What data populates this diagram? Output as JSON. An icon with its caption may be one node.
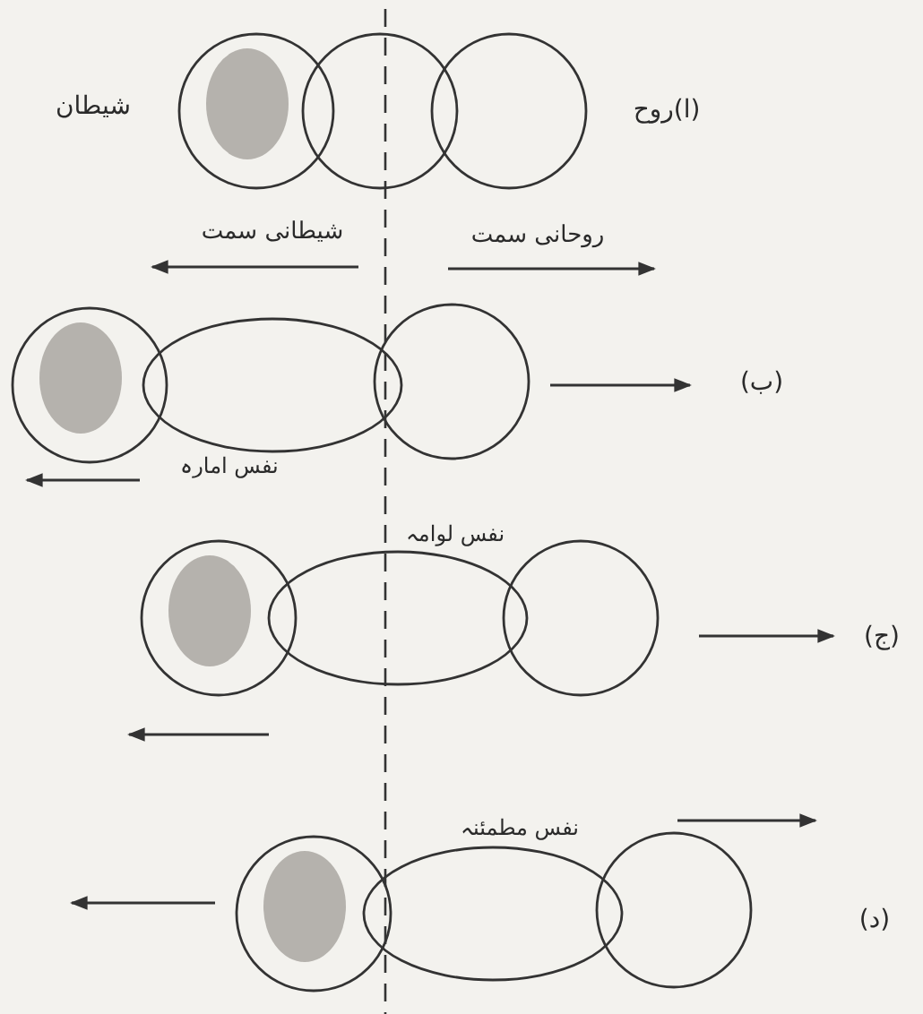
{
  "diagram": {
    "labels": [
      "شیطان",
      "(ا)روح",
      "شیطانی سمت",
      "روحانی سمت",
      "(ب)",
      "نفس امارہ",
      "نفس لوامہ",
      "(ج)",
      "نفس مطمئنہ",
      "(د)"
    ]
  }
}
